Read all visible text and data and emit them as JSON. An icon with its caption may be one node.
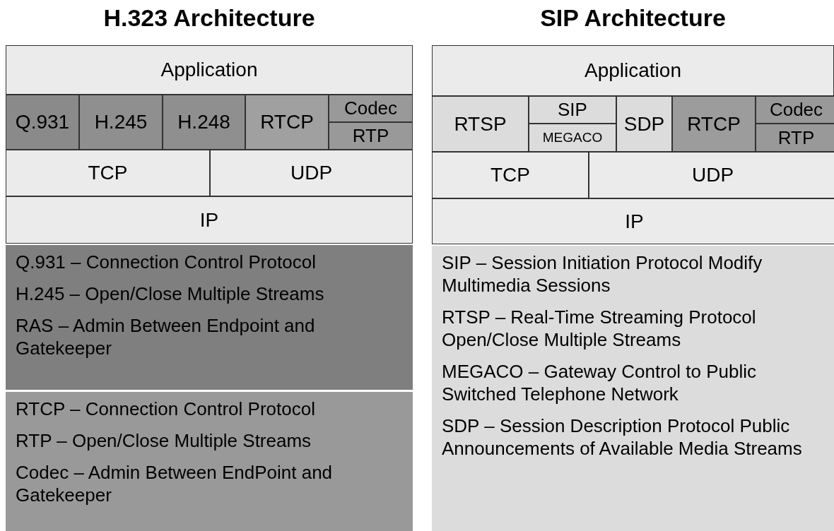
{
  "diagram": {
    "nodes": [
      {
        "text": [
          "Application"
        ]
      },
      {
        "text": [
          "Q.931"
        ]
      },
      {
        "text": [
          "H.245"
        ]
      },
      {
        "text": [
          "H.248"
        ]
      },
      {
        "text": [
          "RTCP"
        ]
      },
      {
        "text": [
          "Codec"
        ]
      },
      {
        "text": [
          "RTP"
        ]
      },
      {
        "text": [
          "TCP"
        ]
      },
      {
        "text": [
          "UDP"
        ]
      },
      {
        "text": [
          "IP"
        ]
      },
      {
        "text": [
          "Q.931 – Connection Control Protocol",
          "H.245 – Open/Close Multiple Streams",
          "RAS – Admin Between Endpoint and Gatekeeper"
        ]
      },
      {
        "text": [
          "RTCP – Connection Control Protocol",
          "RTP – Open/Close Multiple Streams",
          "Codec – Admin Between EndPoint and Gatekeeper"
        ]
      },
      {
        "text": [
          "Application"
        ]
      },
      {
        "text": [
          "RTSP"
        ]
      },
      {
        "text": [
          "SIP"
        ]
      },
      {
        "text": [
          "MEGACO"
        ]
      },
      {
        "text": [
          "SDP"
        ]
      },
      {
        "text": [
          "RTCP"
        ]
      },
      {
        "text": [
          "Codec"
        ]
      },
      {
        "text": [
          "RTP"
        ]
      },
      {
        "text": [
          "TCP"
        ]
      },
      {
        "text": [
          "UDP"
        ]
      },
      {
        "text": [
          "IP"
        ]
      },
      {
        "text": [
          "SIP – Session Initiation Protocol Modify Multimedia Sessions",
          "RTSP – Real-Time Streaming Protocol Open/Close Multiple Streams",
          "MEGACO – Gateway Control to Public Switched Telephone Network",
          "SDP – Session Description Protocol Public Announcements of Available Media Streams"
        ]
      }
    ],
    "labels": [
      "H.323 Architecture",
      "SIP Architecture"
    ]
  }
}
